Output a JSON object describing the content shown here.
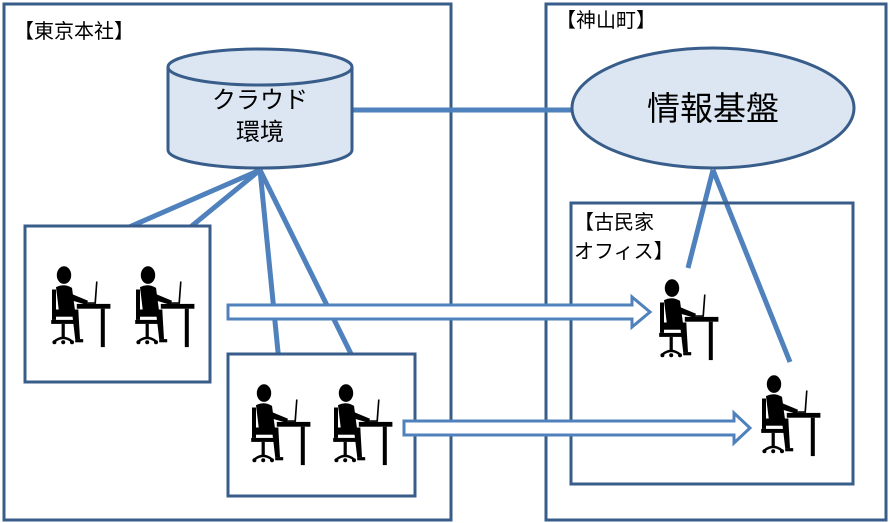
{
  "regions": {
    "tokyo_hq": {
      "label": "【東京本社】"
    },
    "kamiyama": {
      "label": "【神山町】"
    },
    "old_house": {
      "label_line1": "【古民家",
      "label_line2": "オフィス】"
    }
  },
  "nodes": {
    "cloud": {
      "label_line1": "クラウド",
      "label_line2": "環境"
    },
    "info_infra": {
      "label": "情報基盤"
    }
  },
  "colors": {
    "frame_stroke": "#385d8a",
    "link": "#4f81bd",
    "node_fill": "#dce6f2",
    "person": "#000000"
  }
}
